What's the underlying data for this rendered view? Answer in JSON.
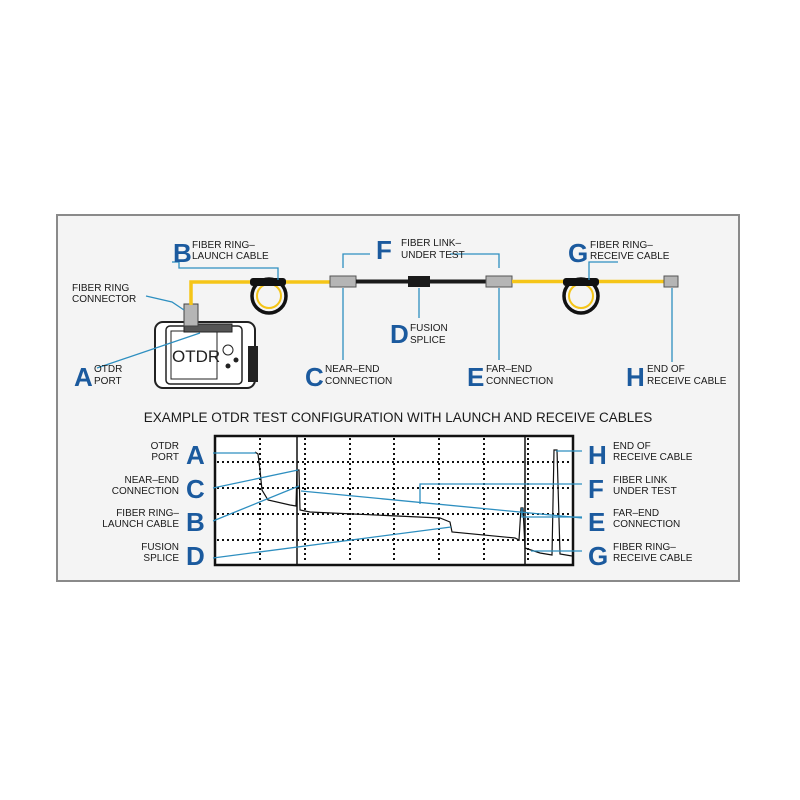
{
  "colors": {
    "accent_blue": "#1b5a9e",
    "leader_blue": "#2e8fc0",
    "fiber_yellow": "#f5c518",
    "fiber_black": "#1a1a1a",
    "frame_gray": "#8a8a8a"
  },
  "top": {
    "connector_label": [
      "FIBER RING",
      "CONNECTOR"
    ],
    "callouts": {
      "A": {
        "letter": "A",
        "lines": [
          "OTDR",
          "PORT"
        ]
      },
      "B": {
        "letter": "B",
        "lines": [
          "FIBER RING–",
          "LAUNCH CABLE"
        ]
      },
      "C": {
        "letter": "C",
        "lines": [
          "NEAR–END",
          "CONNECTION"
        ]
      },
      "D": {
        "letter": "D",
        "lines": [
          "FUSION",
          "SPLICE"
        ]
      },
      "E": {
        "letter": "E",
        "lines": [
          "FAR–END",
          "CONNECTION"
        ]
      },
      "F": {
        "letter": "F",
        "lines": [
          "FIBER LINK–",
          "UNDER TEST"
        ]
      },
      "G": {
        "letter": "G",
        "lines": [
          "FIBER RING–",
          "RECEIVE CABLE"
        ]
      },
      "H": {
        "letter": "H",
        "lines": [
          "END OF",
          "RECEIVE CABLE"
        ]
      }
    },
    "device_screen_text": "OTDR"
  },
  "section_title": "EXAMPLE OTDR TEST CONFIGURATION WITH LAUNCH AND RECEIVE CABLES",
  "trace": {
    "left_labels": [
      {
        "letter": "A",
        "lines": [
          "OTDR",
          "PORT"
        ]
      },
      {
        "letter": "C",
        "lines": [
          "NEAR–END",
          "CONNECTION"
        ]
      },
      {
        "letter": "B",
        "lines": [
          "FIBER RING–",
          "LAUNCH CABLE"
        ]
      },
      {
        "letter": "D",
        "lines": [
          "FUSION",
          "SPLICE"
        ]
      }
    ],
    "right_labels": [
      {
        "letter": "H",
        "lines": [
          "END OF",
          "RECEIVE CABLE"
        ]
      },
      {
        "letter": "F",
        "lines": [
          "FIBER LINK",
          "UNDER TEST"
        ]
      },
      {
        "letter": "E",
        "lines": [
          "FAR–END",
          "CONNECTION"
        ]
      },
      {
        "letter": "G",
        "lines": [
          "FIBER RING–",
          "RECEIVE CABLE"
        ]
      }
    ]
  }
}
